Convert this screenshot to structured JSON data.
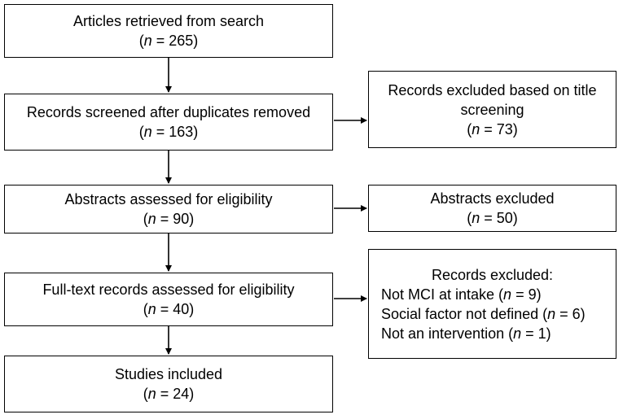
{
  "flow": {
    "search": {
      "title": "Articles retrieved from search",
      "count_prefix": "n",
      "count_suffix": " = 265)"
    },
    "screened": {
      "title": "Records screened after duplicates removed",
      "count_prefix": "n",
      "count_suffix": " = 163)"
    },
    "abstracts": {
      "title": "Abstracts assessed for eligibility",
      "count_prefix": "n",
      "count_suffix": " = 90)"
    },
    "fulltext": {
      "title": "Full-text records assessed for eligibility",
      "count_prefix": "n",
      "count_suffix": " = 40)"
    },
    "included": {
      "title": "Studies included",
      "count_prefix": "n",
      "count_suffix": " = 24)"
    }
  },
  "exclusions": {
    "title_screening": {
      "line1": "Records excluded based on title",
      "line2": "screening",
      "count_prefix": "n",
      "count_suffix": " = 73)"
    },
    "abstracts": {
      "title": "Abstracts excluded",
      "count_prefix": "n",
      "count_suffix": " = 50)"
    },
    "records": {
      "title": "Records excluded:",
      "reasons": [
        {
          "label": "Not MCI at intake (",
          "n": "n",
          "rest": " = 9)"
        },
        {
          "label": "Social factor not defined (",
          "n": "n",
          "rest": " = 6)"
        },
        {
          "label": "Not an intervention (",
          "n": "n",
          "rest": " = 1)"
        }
      ]
    }
  }
}
